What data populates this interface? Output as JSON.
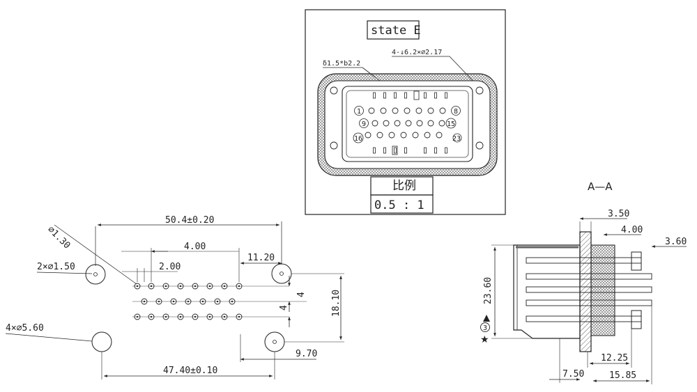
{
  "detail_view": {
    "state_label": "state E",
    "seal_annotation": "δ1.5*b2.2",
    "hole_annotation": "4-↓6.2×⌀2.17",
    "pin_labels": [
      "1",
      "8",
      "9",
      "15",
      "16",
      "23"
    ],
    "scale_title": "比例",
    "scale_value": "0.5 : 1"
  },
  "front_view": {
    "dims": {
      "overall_top": "50.4±0.20",
      "pin_pitch_top": "4.00",
      "pin_offset": "2.00",
      "edge_offset": "11.20",
      "dia_small_hole": "⌀1.30",
      "two_holes": "2×⌀1.50",
      "four_holes": "4×⌀5.60",
      "row_pitch_a": "4",
      "row_pitch_b": "4",
      "height": "18.10",
      "bottom_offset": "9.70",
      "overall_bottom": "47.40±0.10"
    }
  },
  "section_view": {
    "title": "A—A",
    "dims": {
      "d1": "3.50",
      "d2": "4.00",
      "d3": "3.60",
      "height": "23.60",
      "d4": "12.25",
      "d5": "7.50",
      "d6": "15.85"
    },
    "pin_marker": "3",
    "star_marker": "★"
  }
}
